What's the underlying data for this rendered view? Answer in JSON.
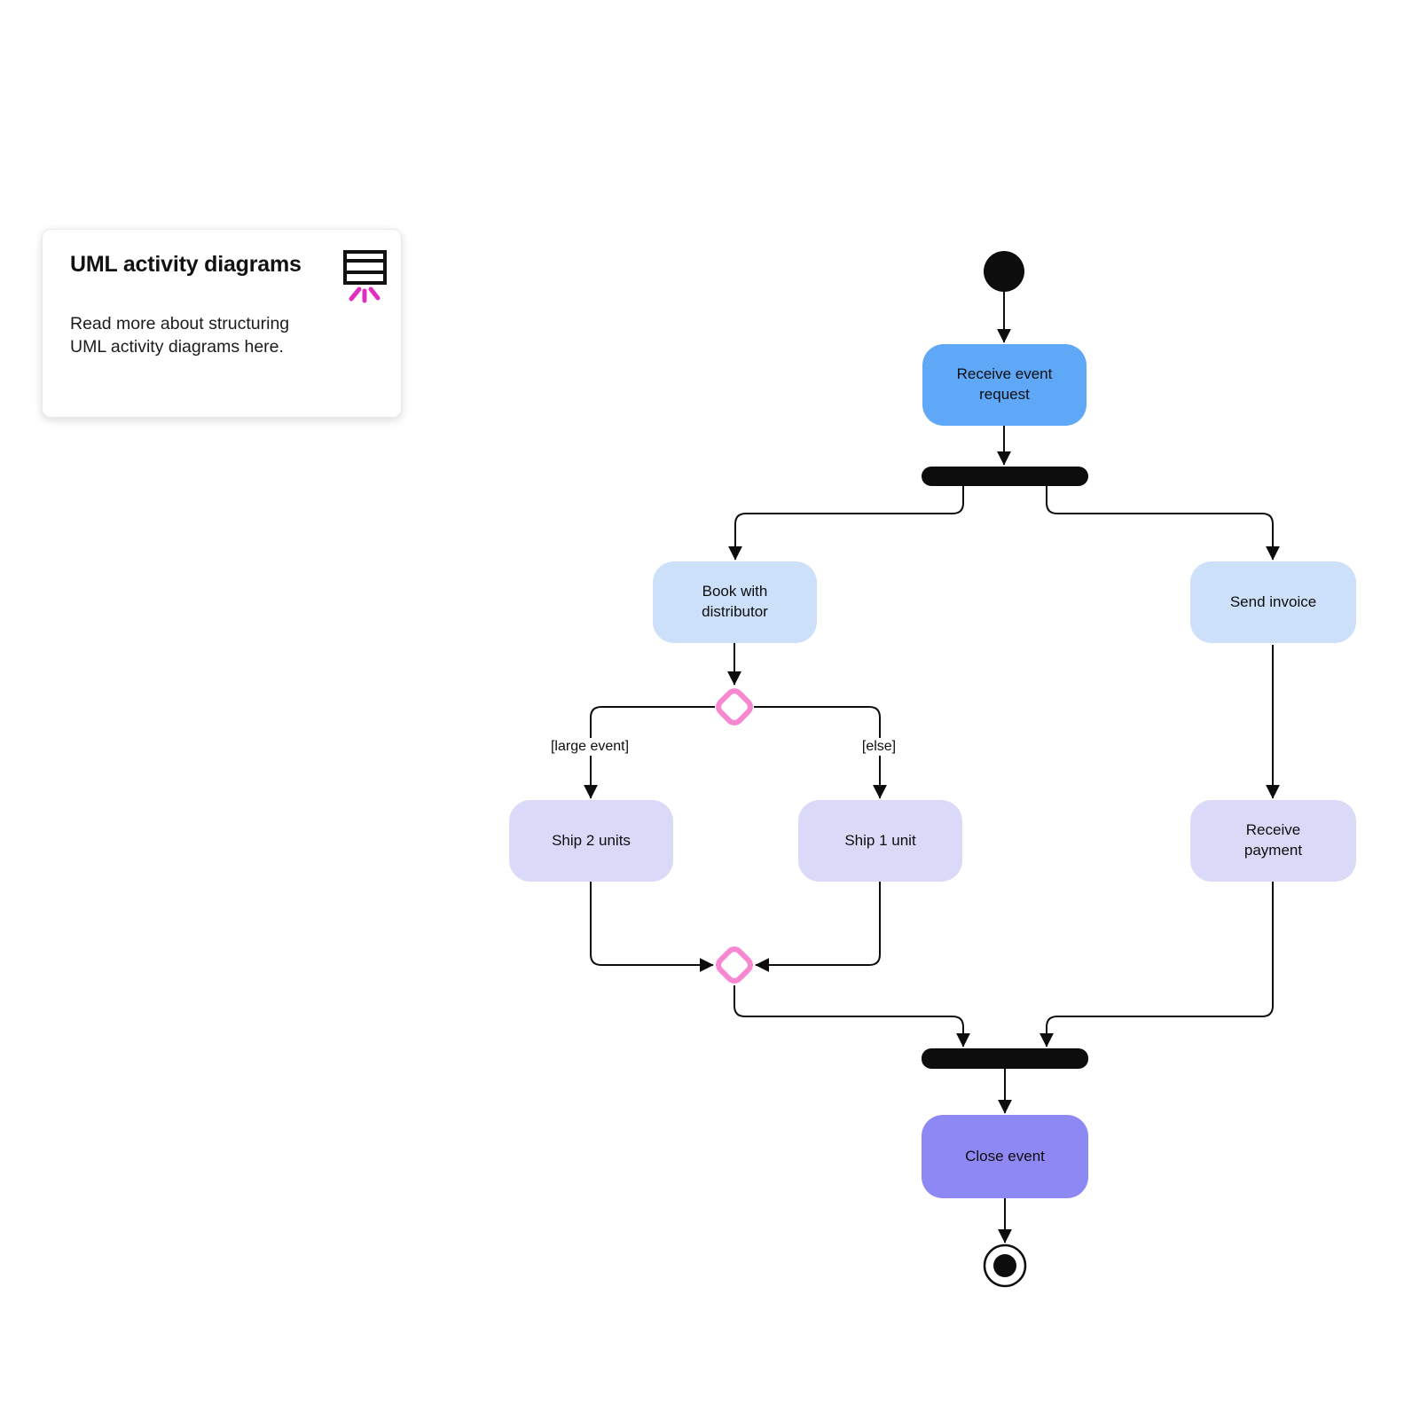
{
  "colors": {
    "node-blue": "#5fa8f7",
    "node-pale-blue": "#cce0fa",
    "node-lavender": "#dbd9f8",
    "node-purple": "#8e88f4",
    "diamond-pink": "#f887d2",
    "icon-magenta": "#e02fc0",
    "line-black": "#0d0d0d"
  },
  "note_card": {
    "title": "UML activity diagrams",
    "body": "Read more about structuring\nUML activity diagrams here."
  },
  "diagram": {
    "nodes": {
      "receive_event_request": "Receive event\nrequest",
      "book_with_distributor": "Book with\ndistributor",
      "send_invoice": "Send invoice",
      "ship_2_units": "Ship 2 units",
      "ship_1_unit": "Ship 1 unit",
      "receive_payment": "Receive\npayment",
      "close_event": "Close event"
    },
    "edge_labels": {
      "large_event": "[large event]",
      "else": "[else]"
    }
  }
}
